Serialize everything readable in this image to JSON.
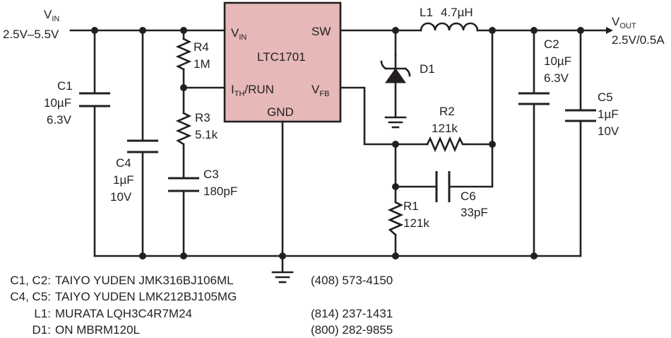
{
  "schematic": {
    "vin": {
      "label": "V",
      "sub": "IN",
      "range": "2.5V–5.5V"
    },
    "vout": {
      "label": "V",
      "sub": "OUT",
      "rating": "2.5V/0.5A"
    },
    "ic": {
      "part": "LTC1701",
      "pins": {
        "vin": "V",
        "vin_sub": "IN",
        "sw": "SW",
        "ith": "I",
        "ith_sub": "TH",
        "ith_suffix": "/RUN",
        "vfb": "V",
        "vfb_sub": "FB",
        "gnd": "GND"
      }
    },
    "components": {
      "c1": {
        "ref": "C1",
        "value": "10µF",
        "rating": "6.3V"
      },
      "c2": {
        "ref": "C2",
        "value": "10µF",
        "rating": "6.3V"
      },
      "c3": {
        "ref": "C3",
        "value": "180pF"
      },
      "c4": {
        "ref": "C4",
        "value": "1µF",
        "rating": "10V"
      },
      "c5": {
        "ref": "C5",
        "value": "1µF",
        "rating": "10V"
      },
      "c6": {
        "ref": "C6",
        "value": "33pF"
      },
      "r1": {
        "ref": "R1",
        "value": "121k"
      },
      "r2": {
        "ref": "R2",
        "value": "121k"
      },
      "r3": {
        "ref": "R3",
        "value": "5.1k"
      },
      "r4": {
        "ref": "R4",
        "value": "1M"
      },
      "l1": {
        "ref": "L1",
        "value": "4.7µH"
      },
      "d1": {
        "ref": "D1"
      }
    }
  },
  "parts_list": [
    {
      "refs": "C1, C2:",
      "part": "TAIYO YUDEN JMK316BJ106ML",
      "phone": "(408) 573-4150"
    },
    {
      "refs": "C4, C5:",
      "part": "TAIYO YUDEN LMK212BJ105MG",
      "phone": ""
    },
    {
      "refs": "L1:",
      "part": "MURATA LQH3C4R7M24",
      "phone": "(814) 237-1431"
    },
    {
      "refs": "D1:",
      "part": "ON MBRM120L",
      "phone": "(800) 282-9855"
    }
  ],
  "colors": {
    "ic_fill": "#e6b8b7",
    "ink": "#231f20"
  }
}
